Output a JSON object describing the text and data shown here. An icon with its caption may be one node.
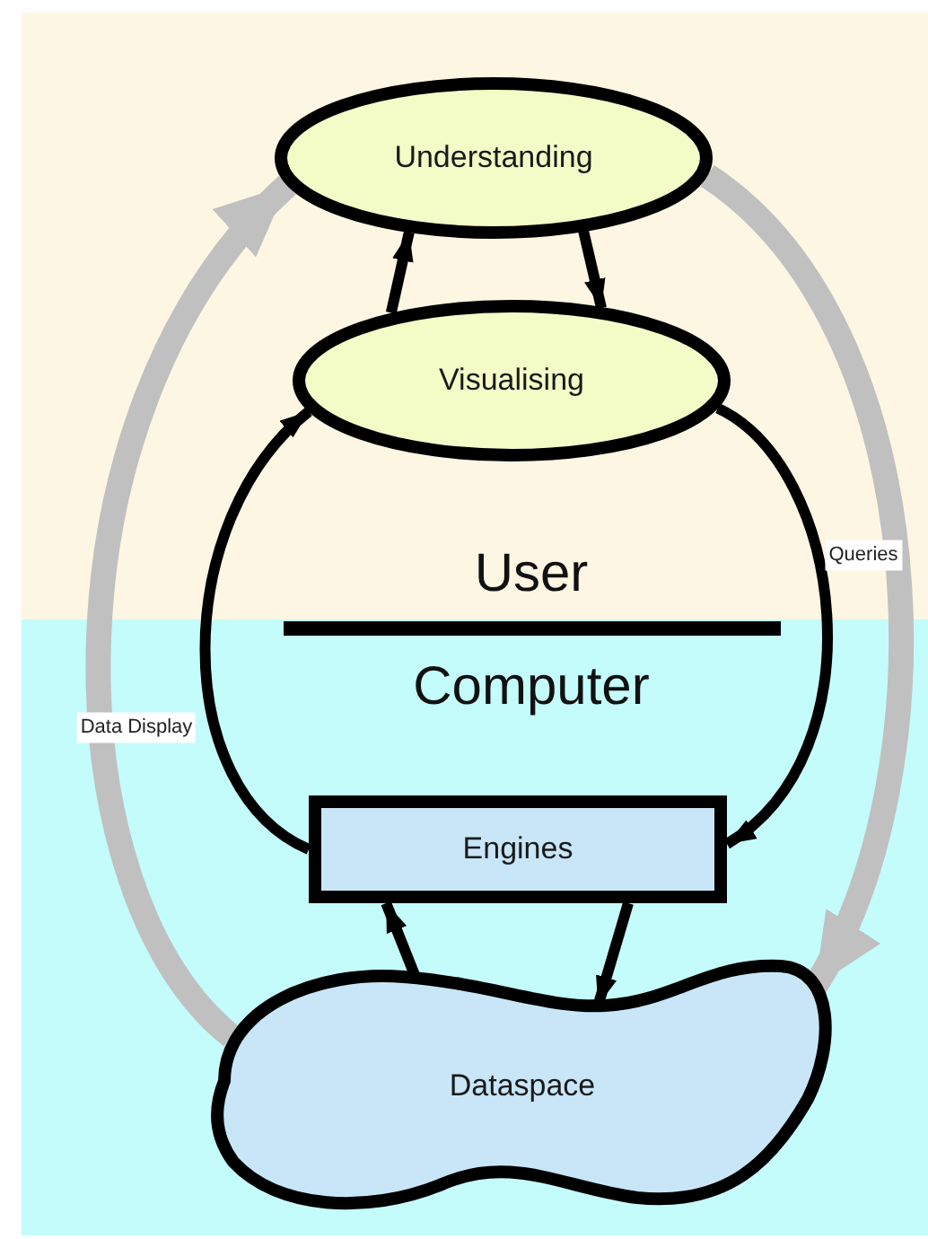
{
  "diagram": {
    "nodes": [
      {
        "text": [
          "Understanding"
        ]
      },
      {
        "text": [
          "Visualising"
        ]
      },
      {
        "text": [
          "Engines"
        ]
      },
      {
        "text": [
          "Dataspace"
        ]
      }
    ],
    "edges": [
      {
        "from": 1,
        "to": 0,
        "arrow": "to"
      },
      {
        "from": 0,
        "to": 1,
        "arrow": "to"
      },
      {
        "from": 2,
        "to": 1,
        "arrow": "to"
      },
      {
        "from": 1,
        "to": 2,
        "arrow": "to"
      },
      {
        "from": 2,
        "to": 3,
        "arrow": "to"
      },
      {
        "from": 3,
        "to": 2,
        "arrow": "to"
      },
      {
        "from": 3,
        "to": 0,
        "arrow": "to",
        "label": "Data Display",
        "style": "thick",
        "color": "#c0c0c0"
      },
      {
        "from": 0,
        "to": 3,
        "arrow": "to",
        "label": "Queries",
        "style": "thick",
        "color": "#c0c0c0"
      }
    ],
    "labels": [
      "User",
      "Computer"
    ]
  }
}
